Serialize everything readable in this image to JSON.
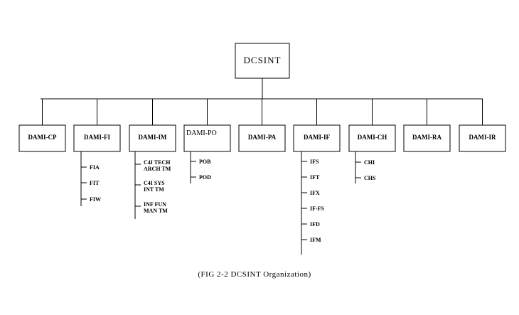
{
  "top": {
    "label": "DCSINT"
  },
  "divisions": [
    {
      "label": "DAMI-CP",
      "subs": []
    },
    {
      "label": "DAMI-FI",
      "subs": [
        [
          "FIA"
        ],
        [
          "FIT"
        ],
        [
          "FIW"
        ]
      ]
    },
    {
      "label": "DAMI-IM",
      "subs": [
        [
          "C4I TECH",
          "ARCH TM"
        ],
        [
          "C4I SYS",
          "INT TM"
        ],
        [
          "INF FUN",
          "MAN TM"
        ]
      ]
    },
    {
      "label": "DAMI-PO",
      "subs": [
        [
          "POB"
        ],
        [
          "POD"
        ]
      ]
    },
    {
      "label": "DAMI-PA",
      "subs": []
    },
    {
      "label": "DAMI-IF",
      "subs": [
        [
          "IFS"
        ],
        [
          "IFT"
        ],
        [
          "IFX"
        ],
        [
          "IF-FS"
        ],
        [
          "IFD"
        ],
        [
          "IFM"
        ]
      ]
    },
    {
      "label": "DAMI-CH",
      "subs": [
        [
          "CHI"
        ],
        [
          "CHS"
        ]
      ]
    },
    {
      "label": "DAMI-RA",
      "subs": []
    },
    {
      "label": "DAMI-IR",
      "subs": []
    }
  ],
  "caption": "(FIG 2-2  DCSINT Organization)"
}
